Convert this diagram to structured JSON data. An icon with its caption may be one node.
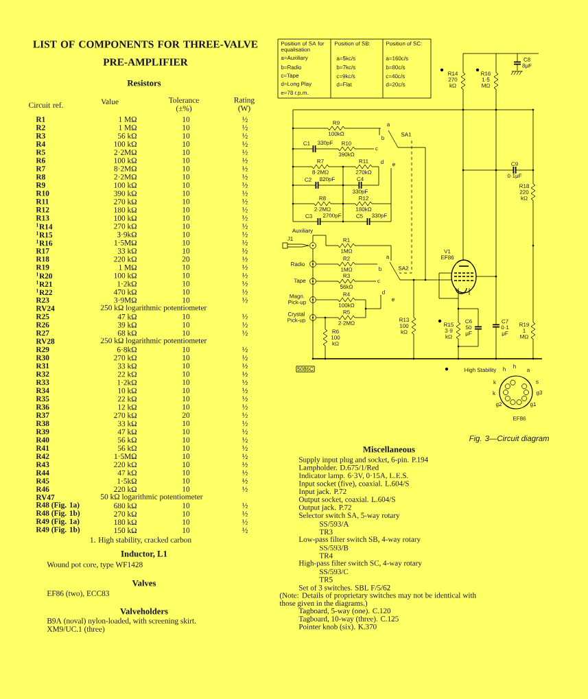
{
  "diagram": {
    "title": "LIST OF COMPONENTS FOR THREE-VALVE PRE-AMPLIFIER",
    "caption": "Fig. 3—Circuit diagram",
    "labels": [
      "Resistors",
      "Circuit ref.",
      "Value",
      "Tolerance (±%)",
      "Rating (W)",
      "R1",
      "1 MΩ",
      "10",
      "½",
      "R2",
      "1 MΩ",
      "10",
      "½",
      "R3",
      "56 kΩ",
      "10",
      "½",
      "R4",
      "100 kΩ",
      "10",
      "½",
      "R5",
      "2·2MΩ",
      "10",
      "½",
      "R6",
      "100 kΩ",
      "10",
      "½",
      "R7",
      "8·2MΩ",
      "10",
      "½",
      "R8",
      "2·2MΩ",
      "10",
      "½",
      "R9",
      "100 kΩ",
      "10",
      "½",
      "R10",
      "390 kΩ",
      "10",
      "½",
      "R11",
      "270 kΩ",
      "10",
      "½",
      "R12",
      "180 kΩ",
      "10",
      "½",
      "R13",
      "100 kΩ",
      "10",
      "½",
      "$^{1}$R14",
      "270 kΩ",
      "10",
      "½",
      "$^{1}$R15",
      "3·9kΩ",
      "10",
      "½",
      "$^{1}$R16",
      "1·5MΩ",
      "10",
      "½",
      "R17",
      "33 kΩ",
      "10",
      "½",
      "R18",
      "220 kΩ",
      "20",
      "½",
      "R19",
      "1 MΩ",
      "10",
      "½",
      "$^{1}$R20",
      "100 kΩ",
      "10",
      "½",
      "$^{1}$R21",
      "1·2kΩ",
      "10",
      "½",
      "$^{1}$R22",
      "470 kΩ",
      "10",
      "½",
      "R23",
      "3·9MΩ",
      "10",
      "½",
      "RV24",
      "250 kΩ logarithmic potentiometer",
      "R25",
      "47 kΩ",
      "10",
      "½",
      "R26",
      "39 kΩ",
      "10",
      "½",
      "R27",
      "68 kΩ",
      "10",
      "½",
      "RV28",
      "250 kΩ logarithmic potentiometer",
      "R29",
      "6·8kΩ",
      "10",
      "½",
      "R30",
      "270 kΩ",
      "10",
      "½",
      "R31",
      "33 kΩ",
      "10",
      "½",
      "R32",
      "22 kΩ",
      "10",
      "½",
      "R33",
      "1·2kΩ",
      "10",
      "½",
      "R34",
      "10 kΩ",
      "10",
      "½",
      "R35",
      "22 kΩ",
      "10",
      "½",
      "R36",
      "12 kΩ",
      "10",
      "½",
      "R37",
      "270 kΩ",
      "20",
      "½",
      "R38",
      "33 kΩ",
      "10",
      "½",
      "R39",
      "47 kΩ",
      "10",
      "½",
      "R40",
      "56 kΩ",
      "10",
      "½",
      "R41",
      "56 kΩ",
      "10",
      "½",
      "R42",
      "1·5MΩ",
      "10",
      "½",
      "R43",
      "220 kΩ",
      "10",
      "½",
      "R44",
      "47 kΩ",
      "10",
      "½",
      "R45",
      "1·5kΩ",
      "10",
      "½",
      "R46",
      "220 kΩ",
      "10",
      "½",
      "RV47",
      "50 kΩ logarithmic potentiometer",
      "R48 (Fig. 1a)",
      "680 kΩ",
      "10",
      "½",
      "R48 (Fig. 1b)",
      "270 kΩ",
      "10",
      "½",
      "R49 (Fig. 1a)",
      "180 kΩ",
      "10",
      "½",
      "R49 (Fig. 1b)",
      "150 kΩ",
      "10",
      "½",
      "1. High stability, cracked carbon",
      "Inductor, L1",
      "Wound pot core, type WF1428",
      "Valves",
      "EF86 (two), ECC83",
      "Valveholders",
      "B9A (noval) nylon-loaded, with screening skirt.",
      "XM9/UC.1 (three)",
      "Position of SA for equalisation",
      "Position of SB:",
      "Position of SC:",
      "a=Auxiliary",
      "a=5kc/s",
      "a=160c/s",
      "b=Radio",
      "b=7kc/s",
      "b=80c/s",
      "c=Tape",
      "c=9kc/s",
      "c=40c/s",
      "d=Long Play",
      "d=Flat",
      "d=20c/s",
      "e=78 r.p.m.",
      "R14 270 kΩ",
      "R16 1·5 MΩ",
      "C8 8μF",
      "R9",
      "100kΩ",
      "C1",
      "330pF",
      "R10",
      "390kΩ",
      "a",
      "b",
      "SA1",
      "c",
      "R7",
      "8·2MΩ",
      "R11",
      "270kΩ",
      "d",
      "C2",
      "820pF",
      "C4",
      "330pF",
      "e",
      "R8",
      "2·2MΩ",
      "R12",
      "180kΩ",
      "C3",
      "2700pF",
      "C5",
      "330pF",
      "C9",
      "0·1μF",
      "R18 220 kΩ",
      "Auxiliary",
      "J1",
      "R1",
      "1MΩ",
      "a",
      "Radio",
      "R2",
      "1MΩ",
      "b",
      "SA2",
      "Tape",
      "R3",
      "56kΩ",
      "c",
      "Magn. Pick-up",
      "R4",
      "100kΩ",
      "d",
      "Crystal Pick-up",
      "R5",
      "2·2MΩ",
      "e",
      "R6 100 kΩ",
      "V1 EF86",
      "R13 100 kΩ",
      "R15 3·9 kΩ",
      "C6 50 μF",
      "C7 0·1 μF",
      "R19 1 MΩ",
      "5086C",
      "High Stability",
      "h",
      "h",
      "a",
      "k",
      "s",
      "k",
      "g3",
      "g2",
      "g1",
      "EF86",
      "Miscellaneous",
      "Supply input plug and socket, 6-pin. P.194",
      "Lampholder. D.675/1/Red",
      "Indicator lamp. 6·3V, 0·15A, L.E.S.",
      "Input socket (five), coaxial. L.604/S",
      "Input jack. P.72",
      "Output socket, coaxial. L.604/S",
      "Output jack. P.72",
      "Selector switch SA, 5-way rotary",
      "SS/593/A",
      "TR3",
      "Low-pass filter switch SB, 4-way rotary",
      "SS/593/B",
      "TR4",
      "High-pass filter switch SC, 4-way rotary",
      "SS/593/C",
      "TR5",
      "Set of 3 switches. SBL F/5/62",
      "(Note: Details of proprietary switches may not be identical with those given in the diagrams.)",
      "Tagboard, 5-way (one). C.120",
      "Tagboard, 10-way (three). C.125",
      "Pointer knob (six). K.370"
    ]
  }
}
